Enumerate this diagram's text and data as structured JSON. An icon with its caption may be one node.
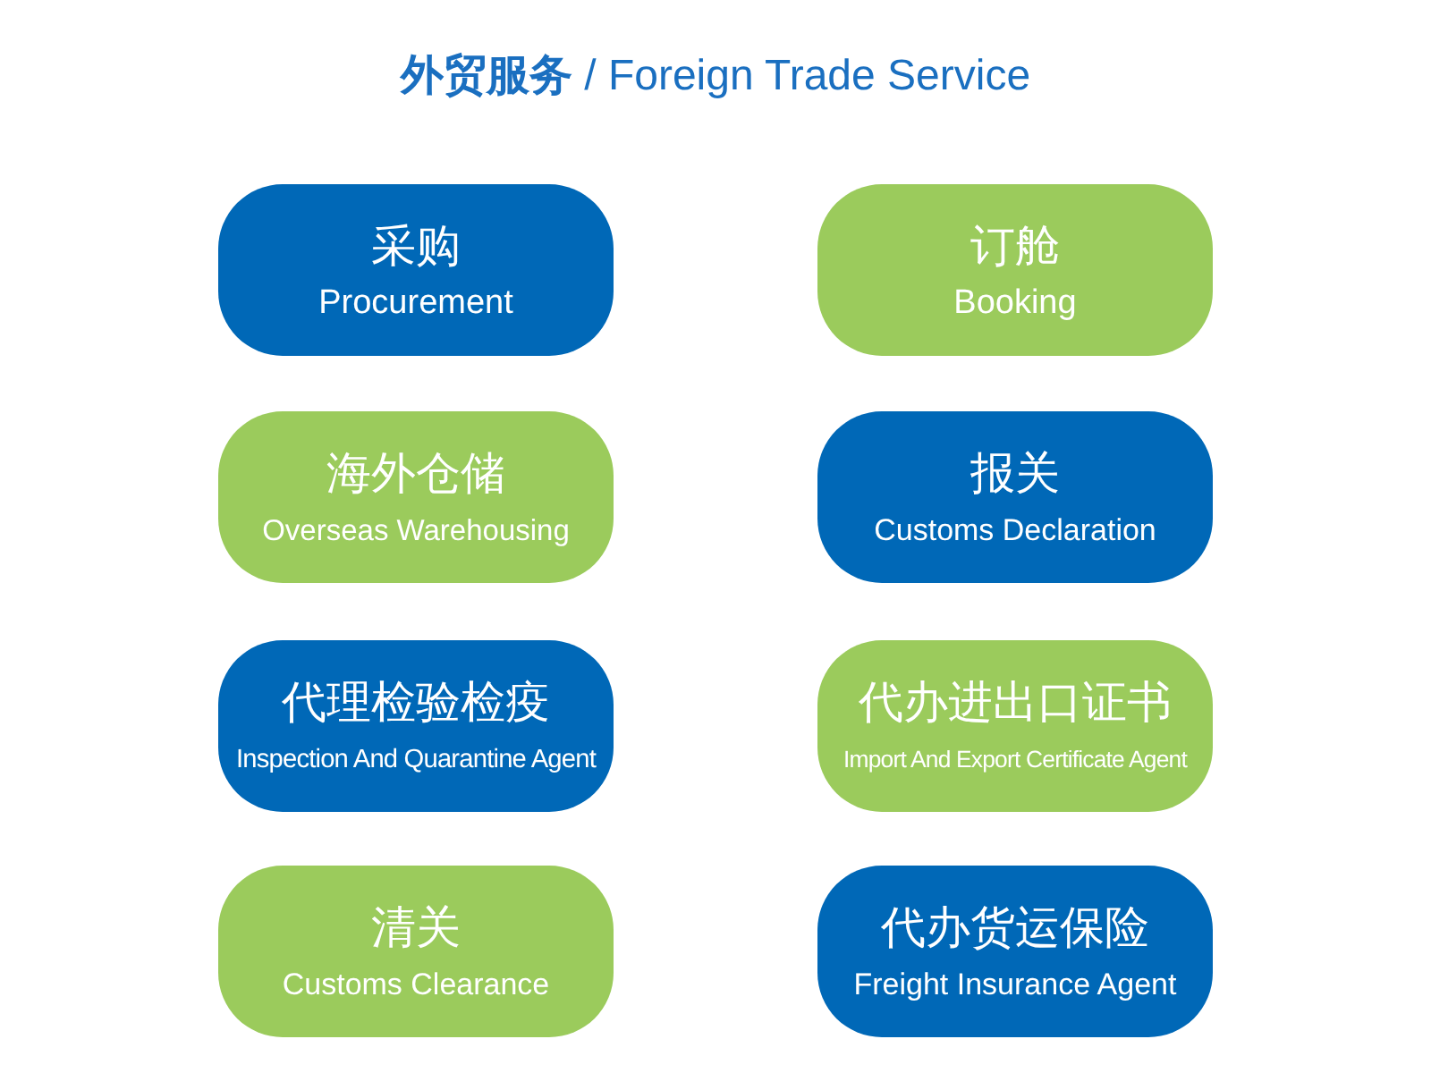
{
  "diagram": {
    "title": "**外贸服务** / Foreign Trade Service",
    "nodes": [
      {
        "text": [
          "采购",
          "Procurement"
        ]
      },
      {
        "text": [
          "订舱",
          "Booking"
        ]
      },
      {
        "text": [
          "海外仓储",
          "Overseas Warehousing"
        ]
      },
      {
        "text": [
          "报关",
          "Customs Declaration"
        ]
      },
      {
        "text": [
          "代理检验检疫",
          "Inspection And Quarantine Agent"
        ]
      },
      {
        "text": [
          "代办进出口证书",
          "Import And Export Certificate Agent"
        ]
      },
      {
        "text": [
          "清关",
          "Customs Clearance"
        ]
      },
      {
        "text": [
          "代办货运保险",
          "Freight Insurance Agent"
        ]
      }
    ]
  }
}
